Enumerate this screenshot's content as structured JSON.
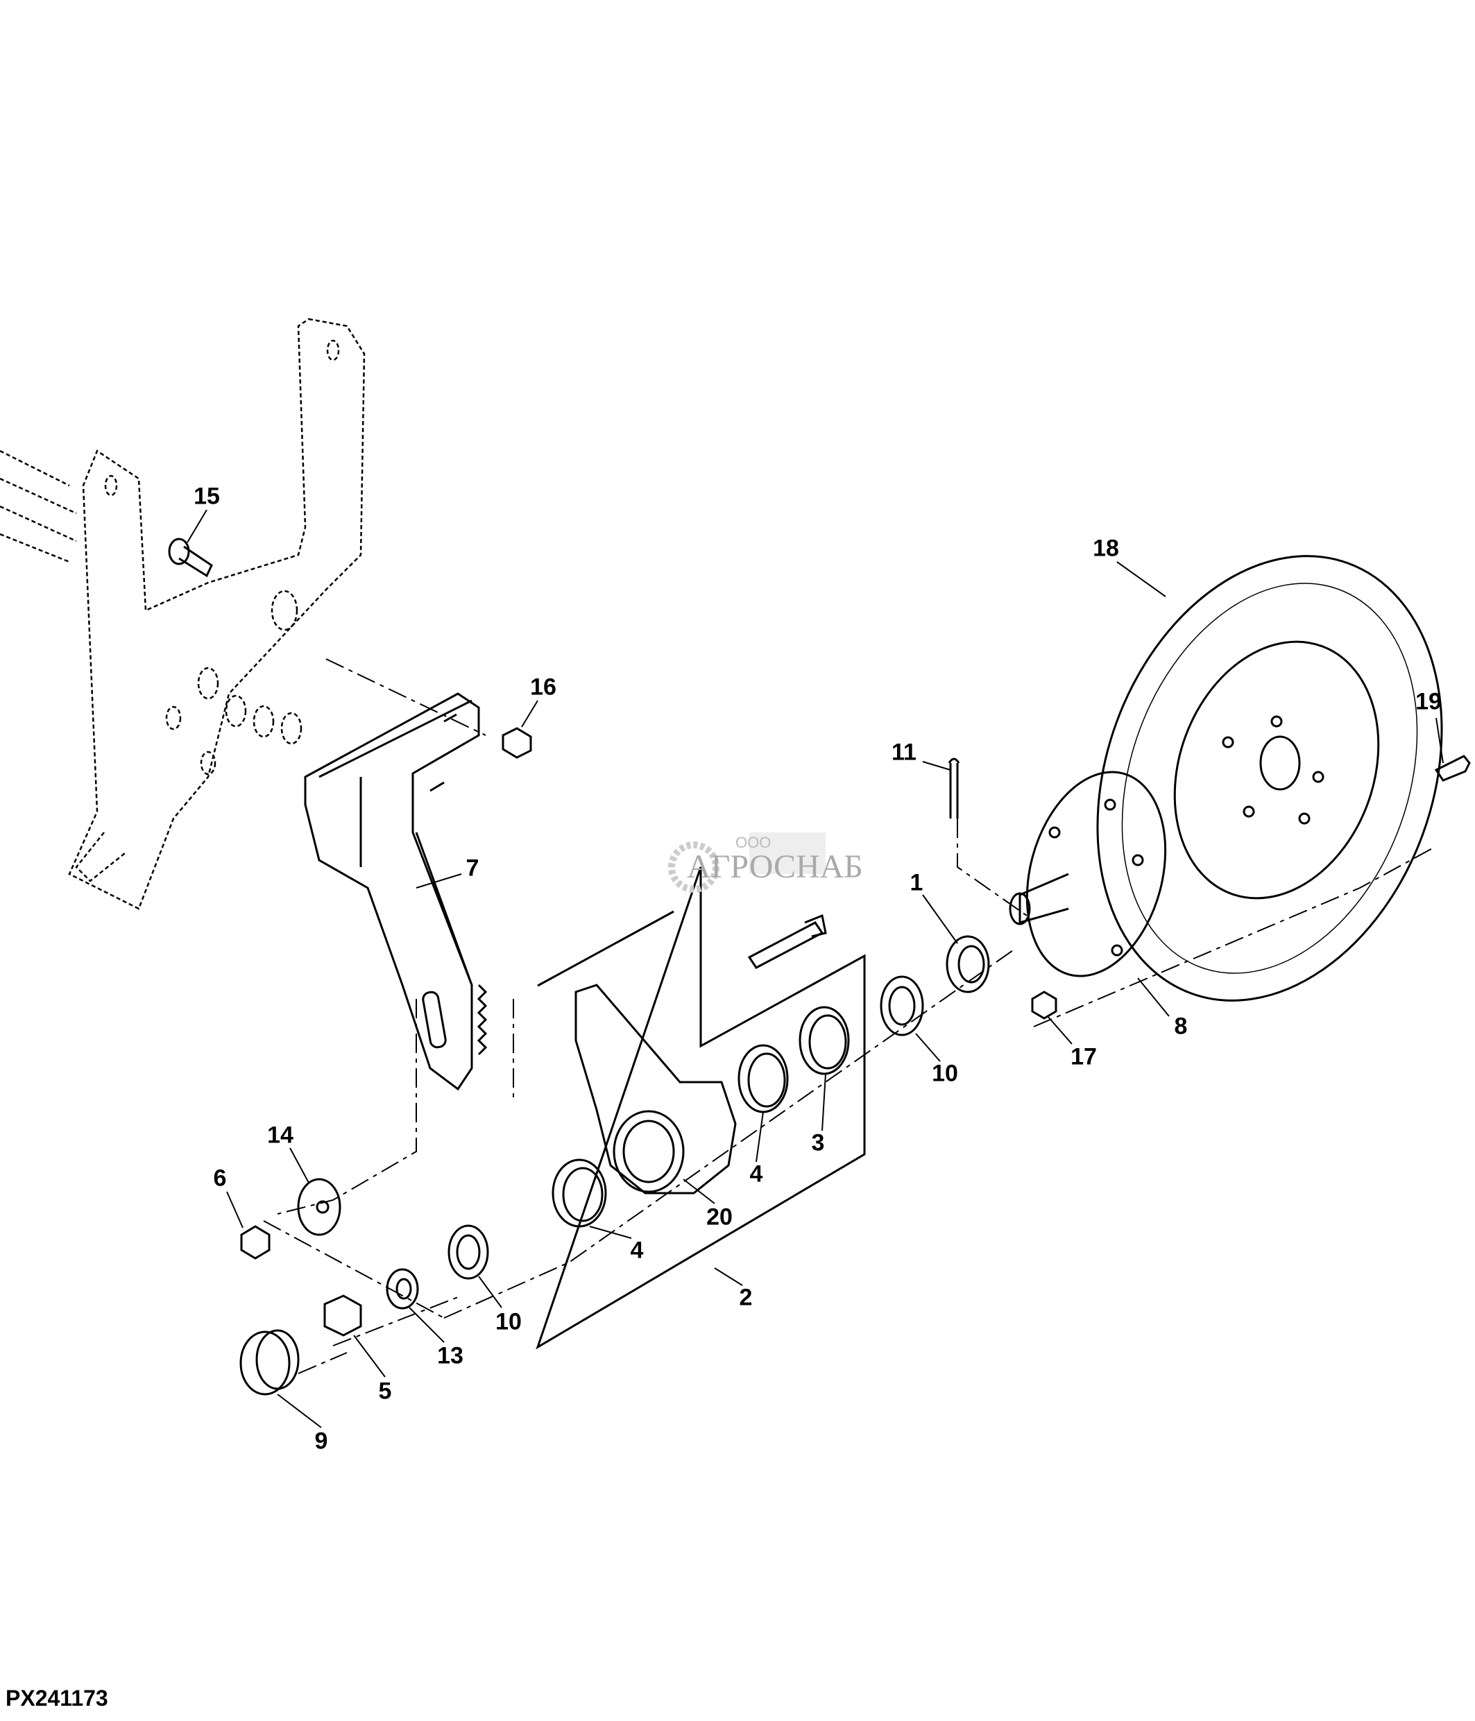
{
  "figure_id": "PX241173",
  "watermark": {
    "small": "ООО",
    "big": "АГРОСНАБ"
  },
  "callouts": [
    {
      "id": "15",
      "text": "15"
    },
    {
      "id": "16",
      "text": "16"
    },
    {
      "id": "7",
      "text": "7"
    },
    {
      "id": "11",
      "text": "11"
    },
    {
      "id": "1",
      "text": "1"
    },
    {
      "id": "18",
      "text": "18"
    },
    {
      "id": "19",
      "text": "19"
    },
    {
      "id": "8",
      "text": "8"
    },
    {
      "id": "17",
      "text": "17"
    },
    {
      "id": "10a",
      "text": "10"
    },
    {
      "id": "3",
      "text": "3"
    },
    {
      "id": "4a",
      "text": "4"
    },
    {
      "id": "20",
      "text": "20"
    },
    {
      "id": "4b",
      "text": "4"
    },
    {
      "id": "2",
      "text": "2"
    },
    {
      "id": "14",
      "text": "14"
    },
    {
      "id": "6",
      "text": "6"
    },
    {
      "id": "10b",
      "text": "10"
    },
    {
      "id": "13",
      "text": "13"
    },
    {
      "id": "5",
      "text": "5"
    },
    {
      "id": "9",
      "text": "9"
    }
  ]
}
